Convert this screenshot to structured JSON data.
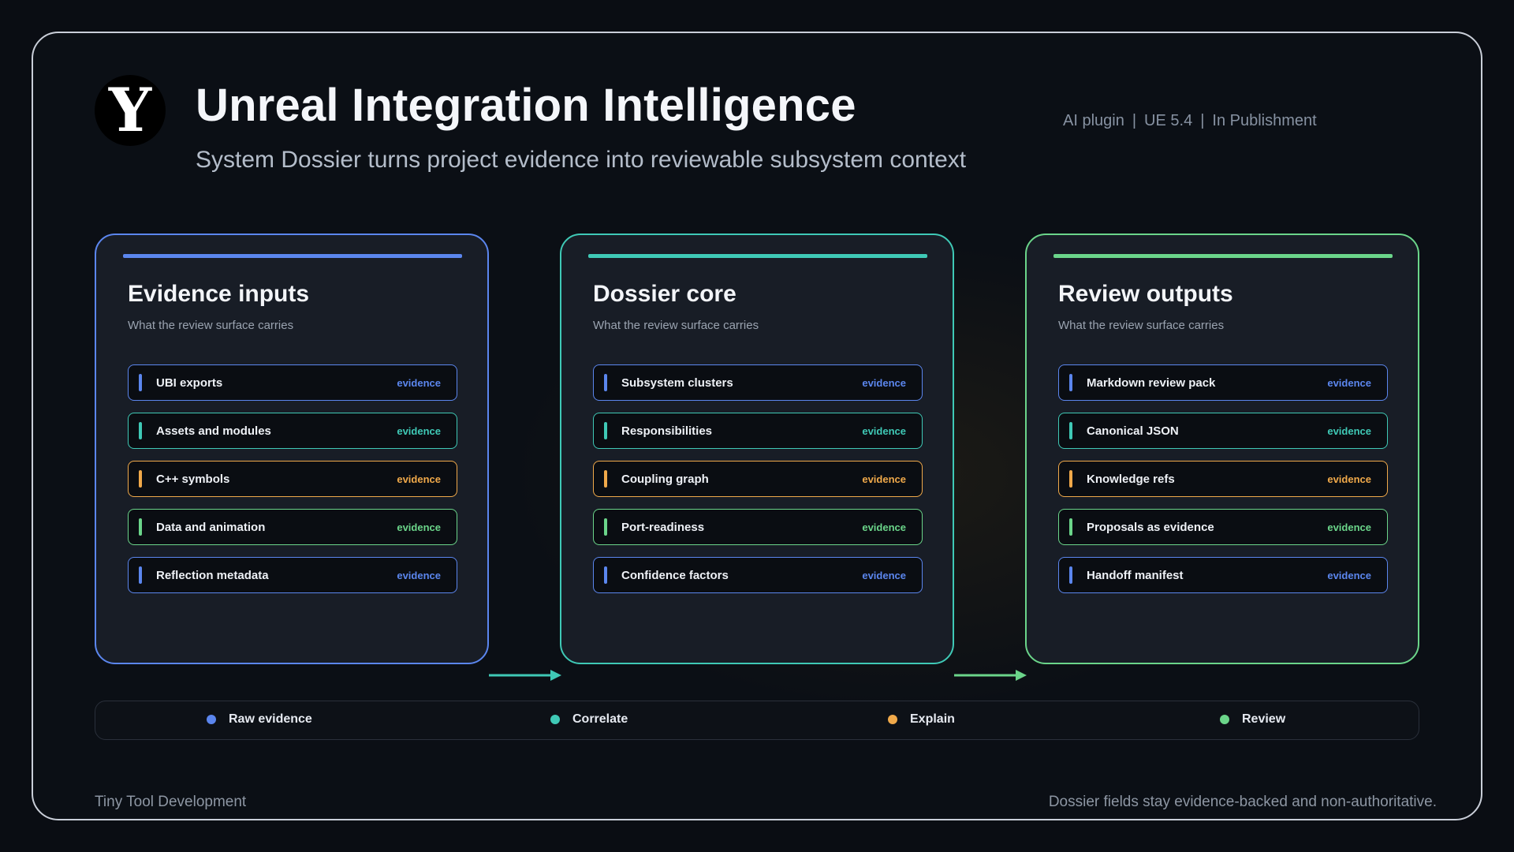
{
  "header": {
    "logo_letter": "Y",
    "title": "Unreal Integration Intelligence",
    "subtitle": "System Dossier turns project evidence into reviewable subsystem context",
    "meta": [
      "AI plugin",
      "UE 5.4",
      "In Publishment"
    ],
    "meta_separator": "|"
  },
  "colors": {
    "blue": "#5b86ee",
    "teal": "#3fc9b6",
    "orange": "#f0a94a",
    "green": "#6bd58a"
  },
  "panels": [
    {
      "title": "Evidence inputs",
      "caption": "What the review surface carries",
      "items": [
        {
          "label": "UBI exports",
          "tag": "evidence"
        },
        {
          "label": "Assets and modules",
          "tag": "evidence"
        },
        {
          "label": "C++ symbols",
          "tag": "evidence"
        },
        {
          "label": "Data and animation",
          "tag": "evidence"
        },
        {
          "label": "Reflection metadata",
          "tag": "evidence"
        }
      ]
    },
    {
      "title": "Dossier core",
      "caption": "What the review surface carries",
      "items": [
        {
          "label": "Subsystem clusters",
          "tag": "evidence"
        },
        {
          "label": "Responsibilities",
          "tag": "evidence"
        },
        {
          "label": "Coupling graph",
          "tag": "evidence"
        },
        {
          "label": "Port-readiness",
          "tag": "evidence"
        },
        {
          "label": "Confidence factors",
          "tag": "evidence"
        }
      ]
    },
    {
      "title": "Review outputs",
      "caption": "What the review surface carries",
      "items": [
        {
          "label": "Markdown review pack",
          "tag": "evidence"
        },
        {
          "label": "Canonical JSON",
          "tag": "evidence"
        },
        {
          "label": "Knowledge refs",
          "tag": "evidence"
        },
        {
          "label": "Proposals as evidence",
          "tag": "evidence"
        },
        {
          "label": "Handoff manifest",
          "tag": "evidence"
        }
      ]
    }
  ],
  "legend": [
    {
      "label": "Raw evidence"
    },
    {
      "label": "Correlate"
    },
    {
      "label": "Explain"
    },
    {
      "label": "Review"
    }
  ],
  "footer": {
    "left": "Tiny Tool Development",
    "right": "Dossier fields stay evidence-backed and non-authoritative."
  }
}
